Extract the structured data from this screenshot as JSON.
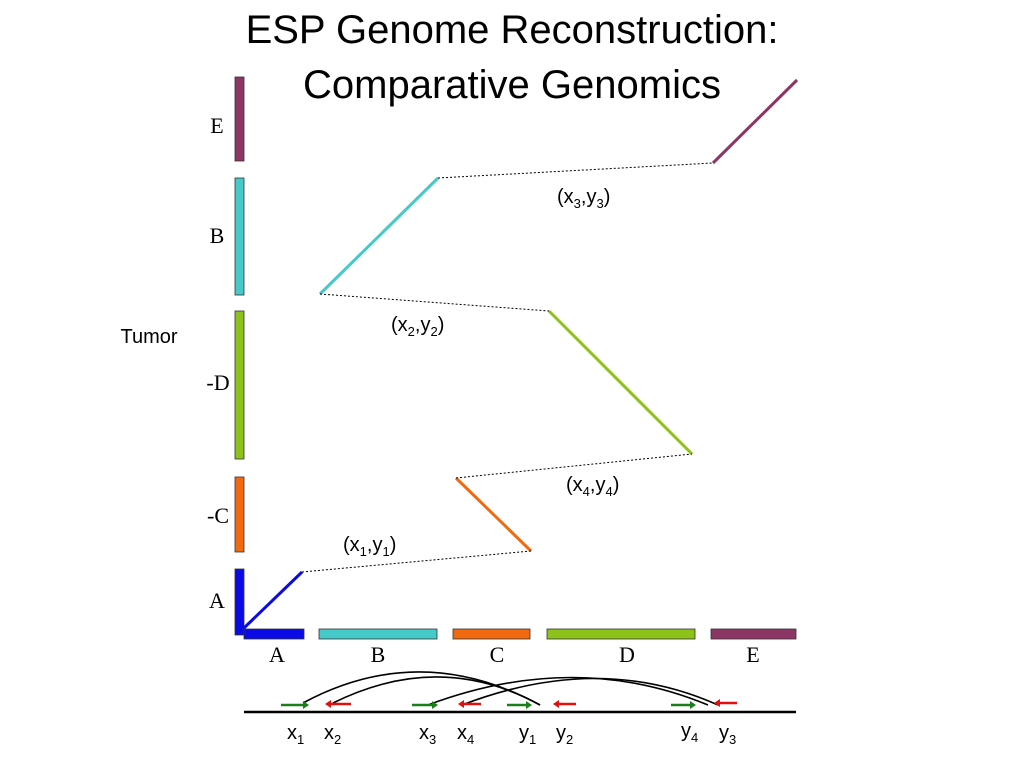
{
  "title": {
    "line1": "ESP Genome Reconstruction:",
    "line2": "Comparative Genomics"
  },
  "tumor_label": "Tumor",
  "colors": {
    "A": "#0a0ae6",
    "B": "#45c9c9",
    "C": "#f26a10",
    "D": "#8cc21a",
    "E": "#8b3664",
    "arrow_forward": "#1a7f1a",
    "arrow_reverse": "#e01010"
  },
  "y_axis_segments": [
    "E",
    "B",
    "-D",
    "-C",
    "A"
  ],
  "x_axis_segments": [
    "A",
    "B",
    "C",
    "D",
    "E"
  ],
  "breakpoints": [
    {
      "name": "(x",
      "i": "1",
      "sep": ",y",
      "j": "1",
      "close": ")"
    },
    {
      "name": "(x",
      "i": "2",
      "sep": ",y",
      "j": "2",
      "close": ")"
    },
    {
      "name": "(x",
      "i": "3",
      "sep": ",y",
      "j": "3",
      "close": ")"
    },
    {
      "name": "(x",
      "i": "4",
      "sep": ",y",
      "j": "4",
      "close": ")"
    }
  ],
  "positions": [
    {
      "letter": "x",
      "sub": "1"
    },
    {
      "letter": "x",
      "sub": "2"
    },
    {
      "letter": "x",
      "sub": "3"
    },
    {
      "letter": "x",
      "sub": "4"
    },
    {
      "letter": "y",
      "sub": "1"
    },
    {
      "letter": "y",
      "sub": "2"
    },
    {
      "letter": "y",
      "sub": "4"
    },
    {
      "letter": "y",
      "sub": "3"
    }
  ]
}
